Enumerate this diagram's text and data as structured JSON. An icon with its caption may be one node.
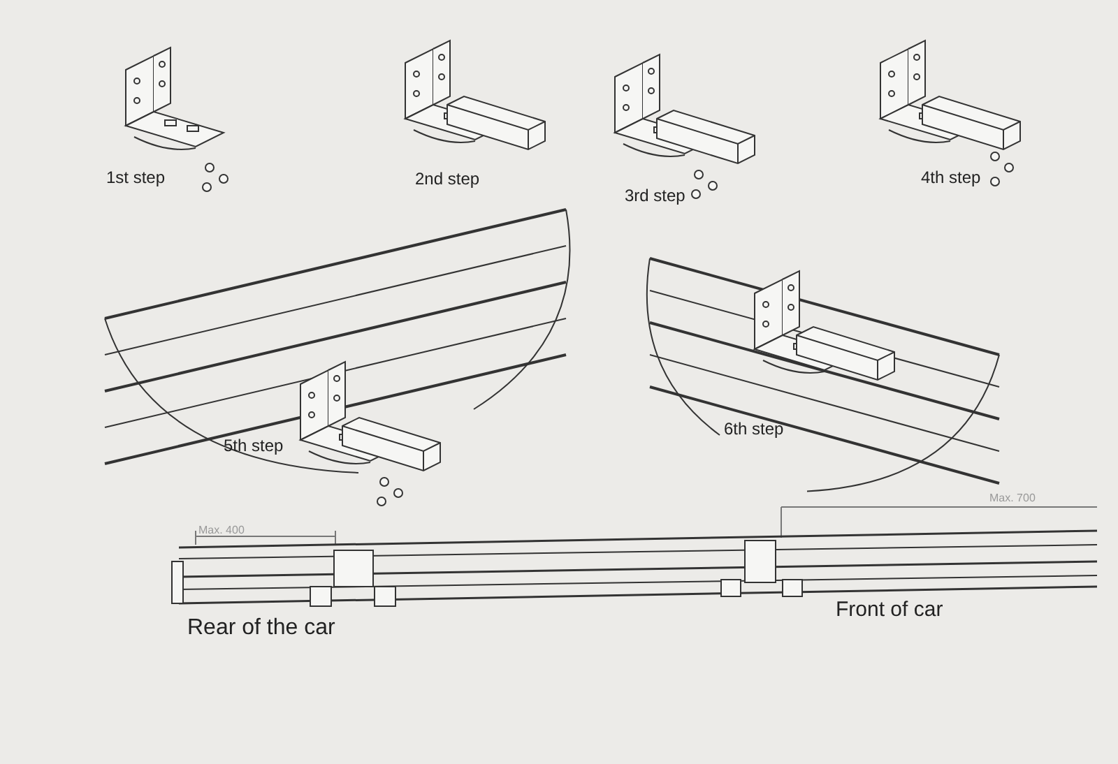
{
  "diagram": {
    "labels": [
      "1st step",
      "2nd step",
      "3rd step",
      "4th step",
      "5th step",
      "6th step",
      "Max. 400",
      "Max. 700",
      "Rear of the car",
      "Front of car"
    ]
  }
}
